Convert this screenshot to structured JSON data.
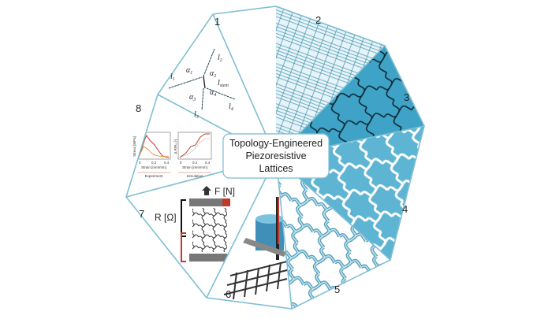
{
  "center": {
    "lines": [
      "Topology-Engineered",
      "Piezoresistive",
      "Lattices"
    ]
  },
  "section_numbers": [
    "1",
    "2",
    "3",
    "4",
    "5",
    "6",
    "7",
    "8"
  ],
  "geometry_labels": {
    "l1": "l",
    "l1_sub": "1",
    "l2": "l",
    "l2_sub": "2",
    "l3": "l",
    "l3_sub": "3",
    "l4": "l",
    "l4_sub": "4",
    "lstem": "l",
    "lstem_sub": "stem",
    "a1": "α",
    "a1_sub": "1",
    "a2": "α",
    "a2_sub": "2",
    "a3": "α",
    "a3_sub": "3",
    "a4": "α",
    "a4_sub": "4"
  },
  "force_label": "F [N]",
  "resistance_label": "R [Ω]",
  "plot_labels": {
    "left_ylabel": "Stress [MPa]",
    "left_xlabel": "Strain [mm/mm]",
    "left_ticks": [
      "0",
      "0.2",
      "0.4"
    ],
    "left_caption": "Experiment",
    "right_ylabel": "Δ R/R₀ [-]",
    "right_xlabel": "Strain [mm/mm]",
    "right_ticks": [
      "0",
      "0.2",
      "0.4"
    ],
    "right_caption": "Simulation"
  },
  "colors": {
    "outline": "#7fbfd4",
    "lattice_dark": "#1a3a4a",
    "panel_blue": "#4aa9c9",
    "light_blue": "#a9d6e5",
    "red_accent": "#c0392b"
  }
}
